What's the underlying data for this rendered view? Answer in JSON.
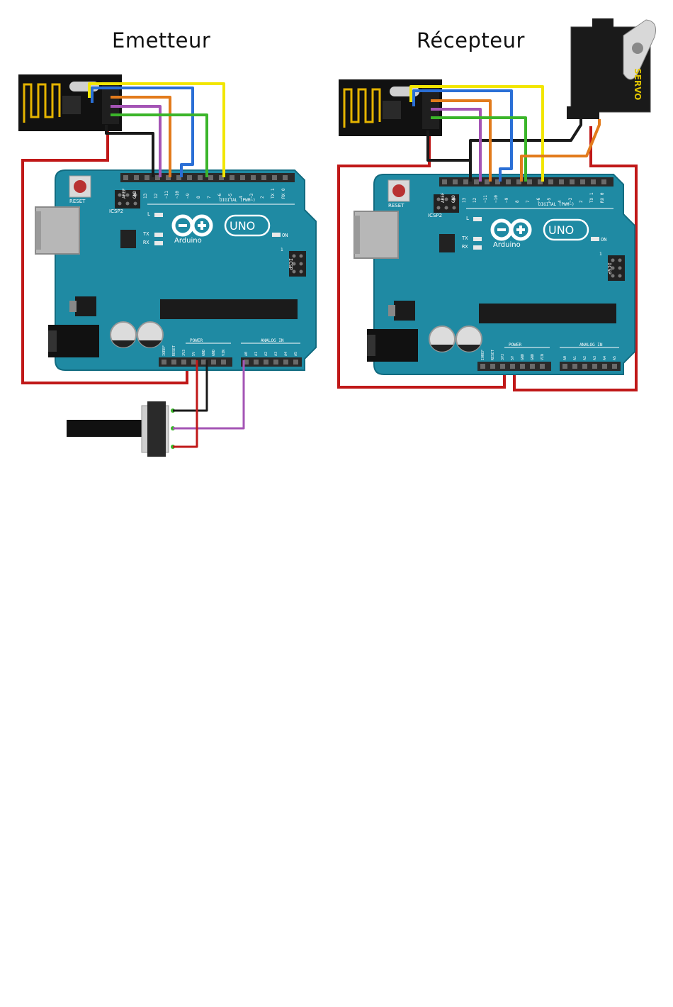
{
  "titles": {
    "emitter": "Emetteur",
    "receiver": "Récepteur"
  },
  "board": {
    "reset": "RESET",
    "icsp2": "ICSP2",
    "icsp": "ICSP",
    "tx": "TX",
    "rx": "RX",
    "l": "L",
    "on": "ON",
    "uno": "UNO",
    "brand": "Arduino",
    "digital_label_emitter": "DIGITAL (PWM~)",
    "digital_label_receiver": "DIGITAL (PWM~)",
    "power": "POWER",
    "analog_in": "ANALOG IN",
    "digital_pins": [
      "AREF",
      "GND",
      "13",
      "12",
      "~11",
      "~10",
      "~9",
      "8",
      "7",
      "~6",
      "~5",
      "4",
      "~3",
      "2",
      "TX 1",
      "RX 0"
    ],
    "power_pins": [
      "IOREF",
      "RESET",
      "3V3",
      "5V",
      "GND",
      "GND",
      "VIN"
    ],
    "analog_pins": [
      "A0",
      "A1",
      "A2",
      "A3",
      "A4",
      "A5"
    ],
    "icsp_one": "1"
  },
  "servo": {
    "label": "SERVO"
  },
  "colors": {
    "board": "#1f8aa3",
    "board_edge": "#126b80",
    "red": "#c01818",
    "black": "#1a1a1a",
    "yellow": "#f2e600",
    "blue": "#2a6fd6",
    "orange": "#e27b1c",
    "purple": "#a454b5",
    "green": "#3bb52a"
  }
}
